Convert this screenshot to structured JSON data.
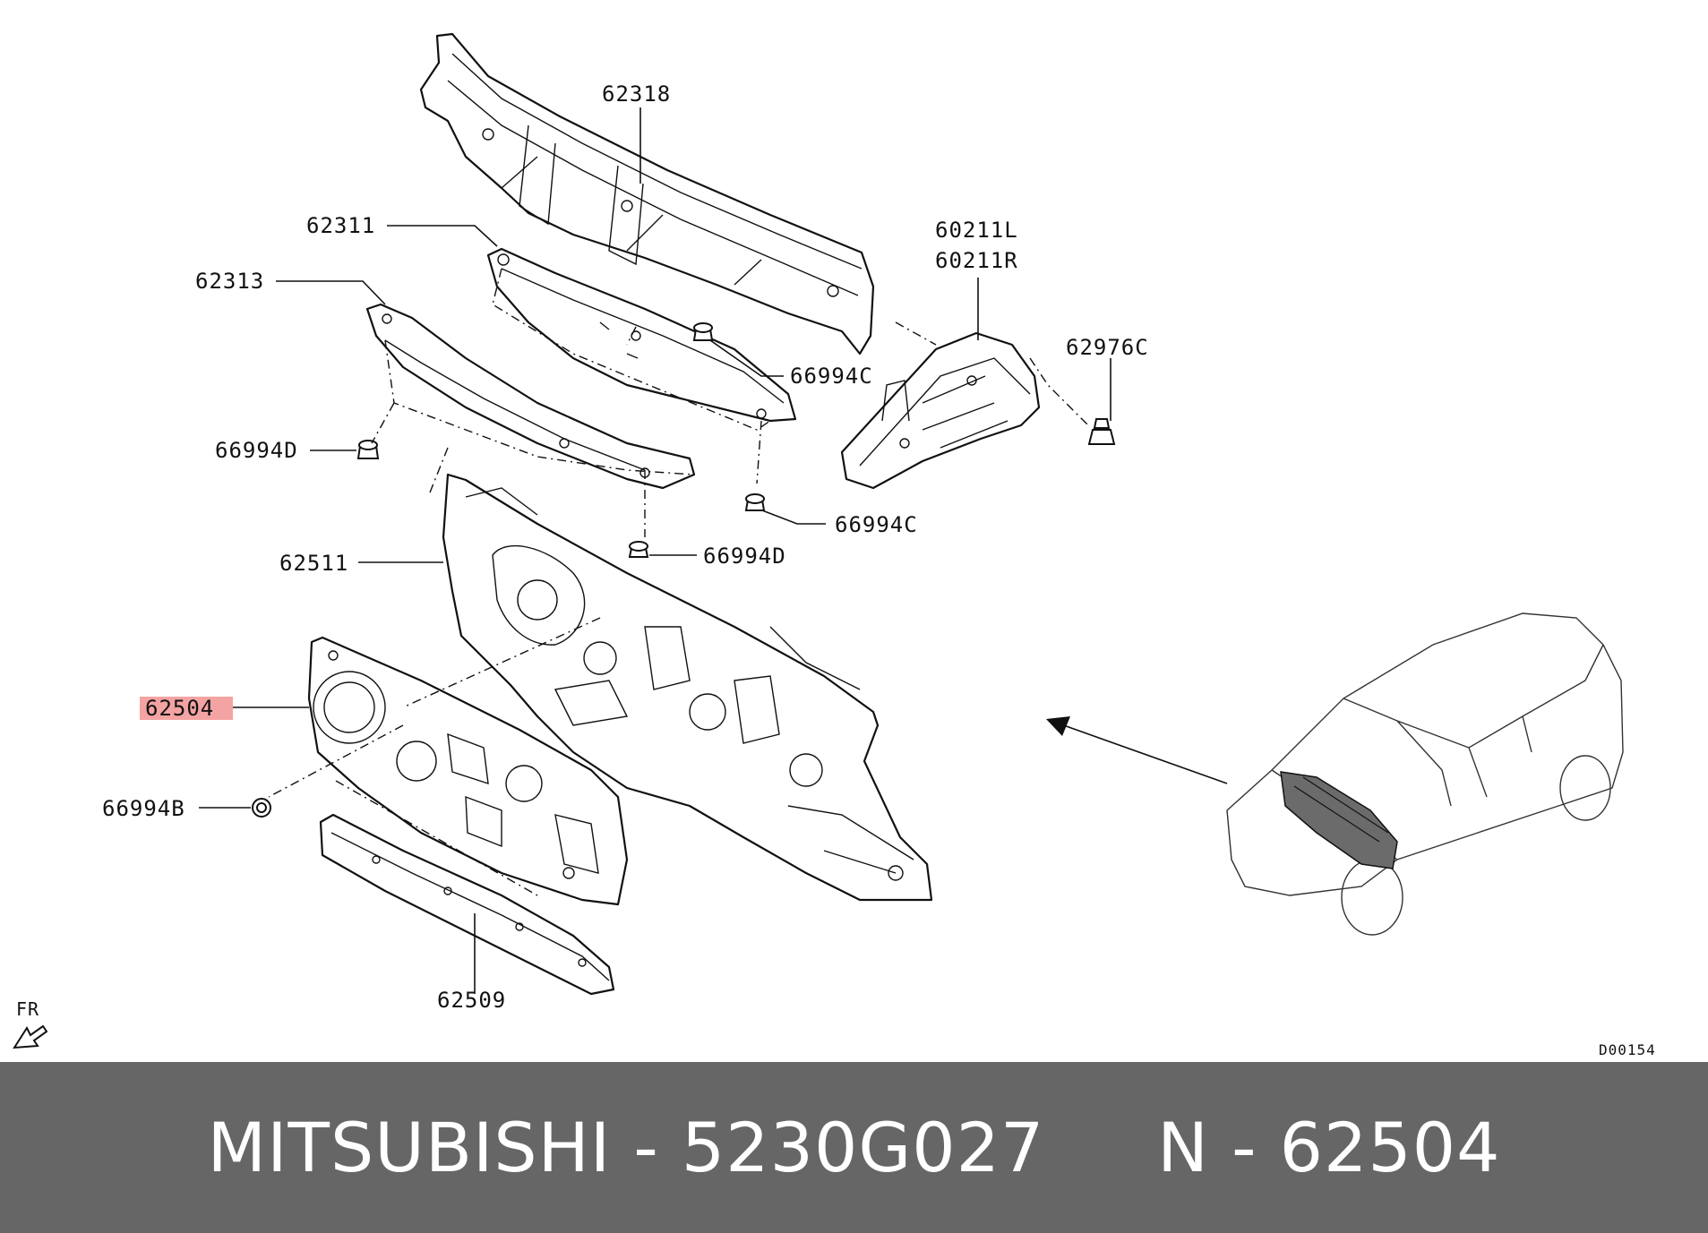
{
  "diagram": {
    "labels": {
      "p62318": "62318",
      "p62311": "62311",
      "p62313": "62313",
      "p60211L": "60211L",
      "p60211R": "60211R",
      "p62976C": "62976C",
      "p66994C_top": "66994C",
      "p66994C_mid": "66994C",
      "p66994D_left": "66994D",
      "p66994D_mid": "66994D",
      "p62511": "62511",
      "p62504": "62504",
      "p66994B": "66994B",
      "p62509": "62509"
    },
    "highlighted_part": "62504",
    "highlight_color": "#f4a3a3",
    "orientation_label": "FR",
    "drawing_code": "D00154"
  },
  "footer": {
    "text": "MITSUBISHI - 5230G027     N - 62504",
    "background": "#666666",
    "text_color": "#ffffff"
  }
}
